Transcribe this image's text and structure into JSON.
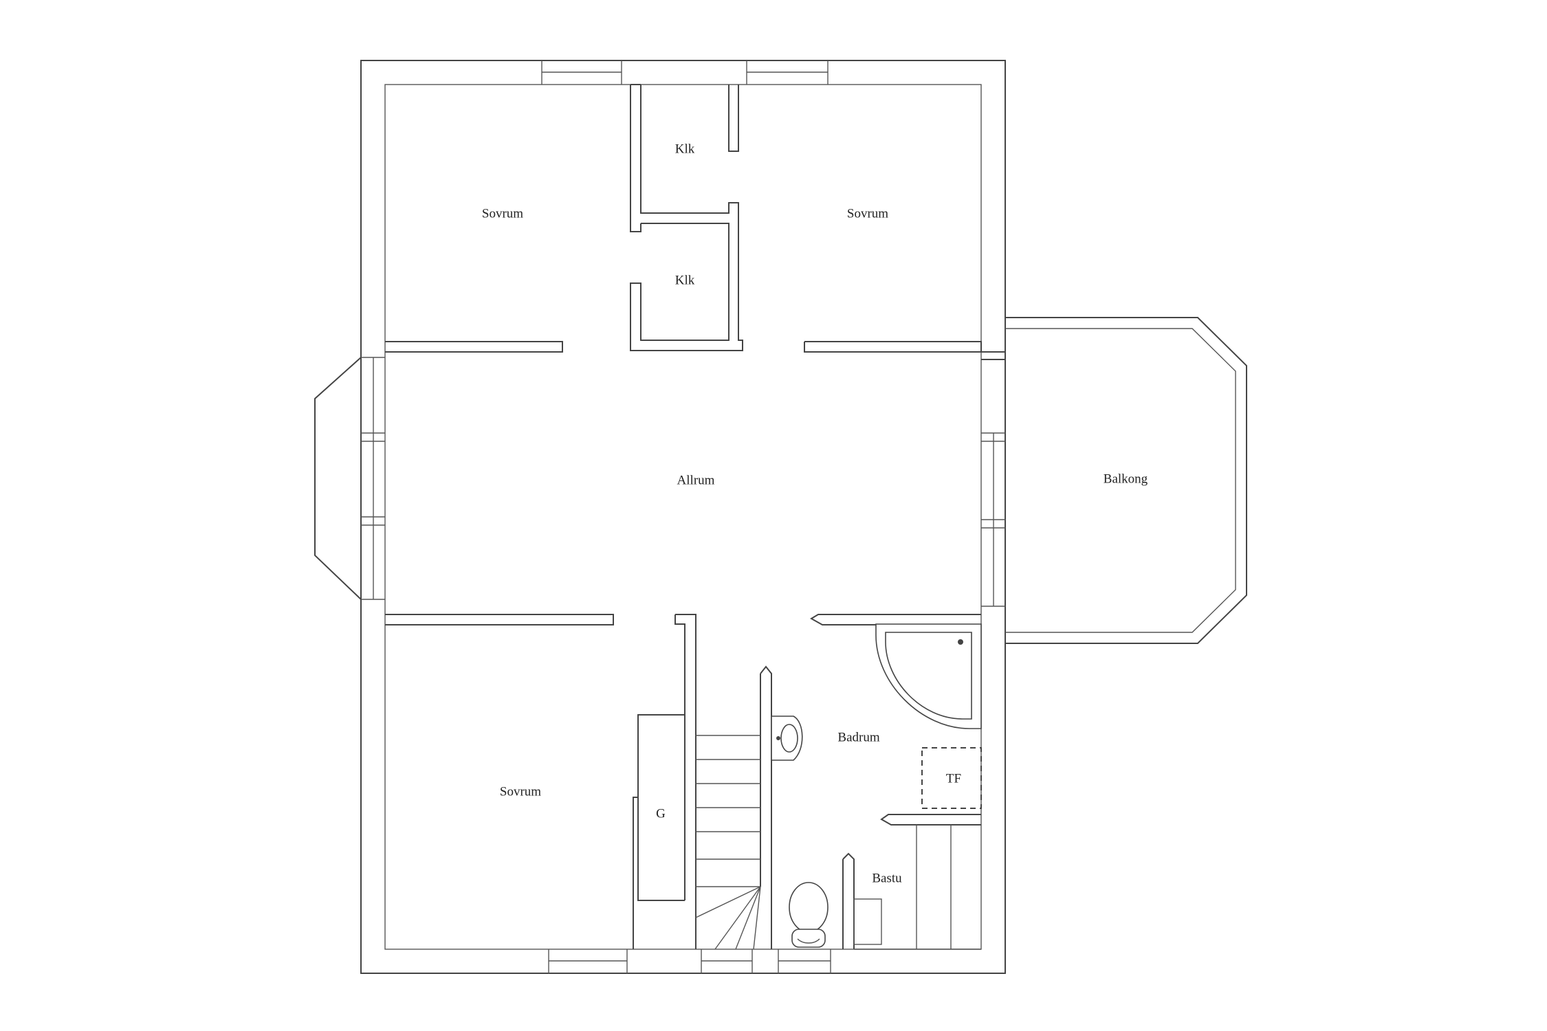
{
  "rooms": {
    "sovrum_nw": "Sovrum",
    "klk_upper": "Klk",
    "sovrum_ne": "Sovrum",
    "klk_lower": "Klk",
    "allrum": "Allrum",
    "balkong": "Balkong",
    "badrum": "Badrum",
    "tf": "TF",
    "sovrum_sw": "Sovrum",
    "g": "G",
    "bastu": "Bastu"
  }
}
